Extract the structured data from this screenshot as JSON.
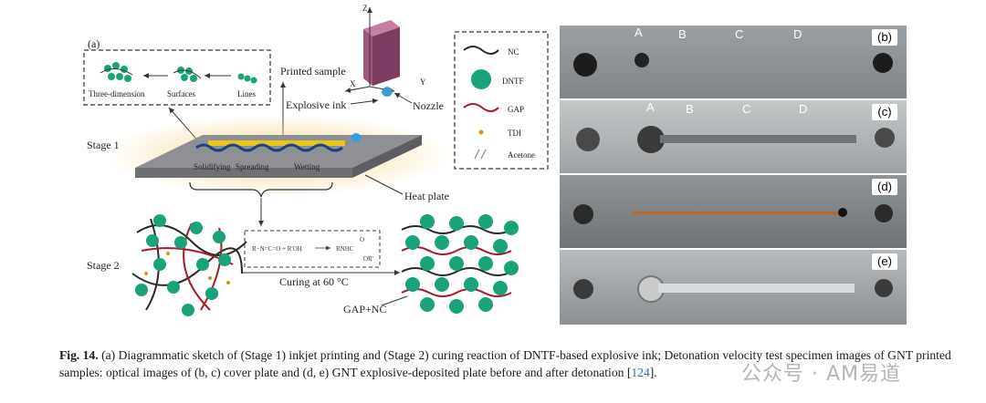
{
  "panel_a": {
    "label": "(a)",
    "inset": [
      "Three-dimension",
      "Surfaces",
      "Lines"
    ],
    "printed_sample": "Printed sample",
    "explosive_ink": "Explosive ink",
    "nozzle": "Nozzle",
    "axes": {
      "z": "Z",
      "x": "X",
      "y": "Y"
    },
    "stage1": "Stage 1",
    "stage1_steps": [
      "Solidifying",
      "Spreading",
      "Wetting"
    ],
    "heat_plate": "Heat plate",
    "stage2": "Stage 2",
    "reaction": [
      "R−N=C=O + R'OH",
      "RNHC",
      "O",
      "OR'"
    ],
    "curing": "Curing at 60 °C",
    "product_label": "GAP+NC"
  },
  "legend": [
    {
      "name": "NC",
      "color": "#2b2b2b"
    },
    {
      "name": "DNTF",
      "color": "#1aa37a"
    },
    {
      "name": "GAP",
      "color": "#a8182a"
    },
    {
      "name": "TDI",
      "color": "#d9921c"
    },
    {
      "name": "Acetone",
      "color": "#7a8a99"
    }
  ],
  "photos": {
    "b": {
      "label": "(b)",
      "points": [
        "A",
        "B",
        "C",
        "D"
      ]
    },
    "c": {
      "label": "(c)",
      "points": [
        "A",
        "B",
        "C",
        "D"
      ]
    },
    "d": {
      "label": "(d)"
    },
    "e": {
      "label": "(e)"
    }
  },
  "caption": {
    "fig": "Fig. 14.",
    "text_1": "(a) Diagrammatic sketch of (Stage 1) inkjet printing and (Stage 2) curing reaction of DNTF-based explosive ink; Detonation velocity test specimen images",
    "text_2": "of GNT printed samples: optical images of (b, c) cover plate and (d, e) GNT explosive-deposited plate before and after detonation [",
    "ref": "124",
    "text_end": "]."
  },
  "watermark": "公众号 · AM易道"
}
